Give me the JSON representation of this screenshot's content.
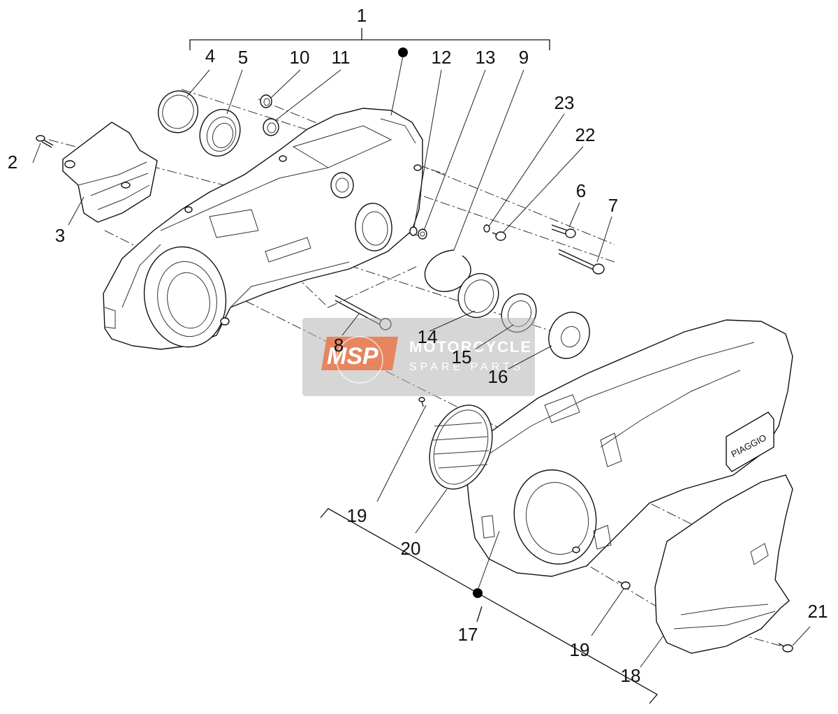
{
  "diagram": {
    "part_numbers": {
      "p1": "1",
      "p2": "2",
      "p3": "3",
      "p4": "4",
      "p5": "5",
      "p6": "6",
      "p7": "7",
      "p8": "8",
      "p9": "9",
      "p10": "10",
      "p11": "11",
      "p12": "12",
      "p13": "13",
      "p14": "14",
      "p15": "15",
      "p16": "16",
      "p17": "17",
      "p18": "18",
      "p19a": "19",
      "p19b": "19",
      "p20": "20",
      "p21": "21",
      "p22": "22",
      "p23": "23"
    },
    "cover_brand": "PIAGGIO"
  },
  "watermark": {
    "logo": "MSP",
    "brand": "MOTORCYCLE",
    "subtitle": "SPARE PARTS"
  },
  "colors": {
    "line": "#111111",
    "watermark_gray": "#b5b5b5",
    "watermark_orange": "#e9774a"
  }
}
